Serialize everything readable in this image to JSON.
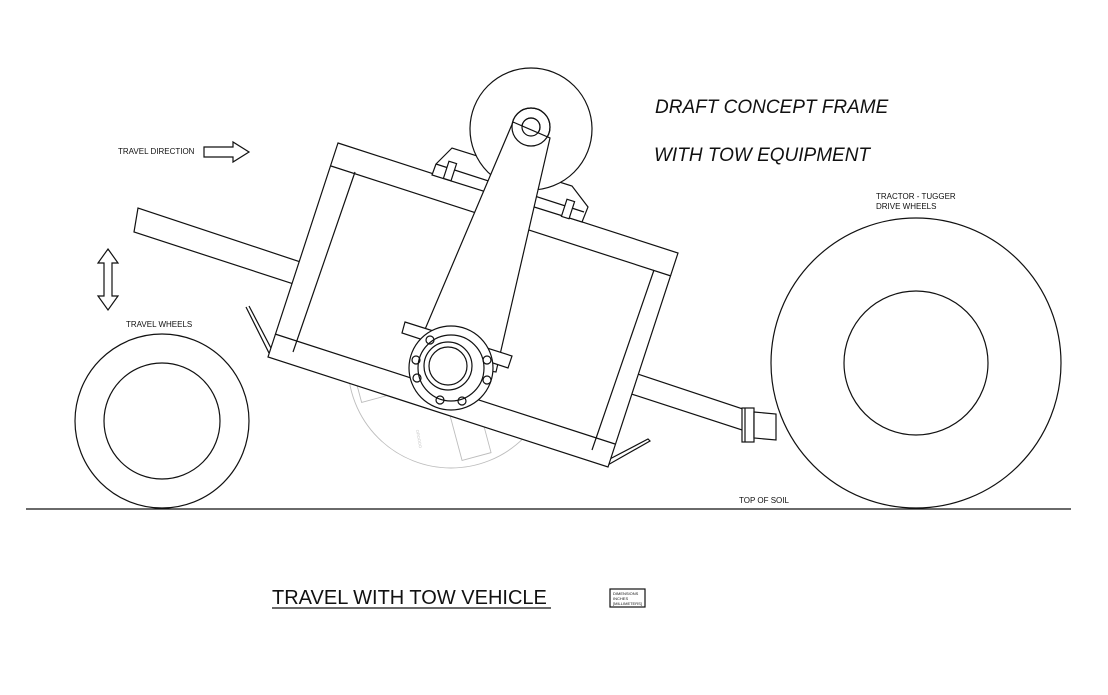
{
  "title_line1": "DRAFT CONCEPT FRAME",
  "title_line2": "WITH TOW EQUIPMENT",
  "travel_direction_label": "TRAVEL DIRECTION",
  "travel_wheels_label": "TRAVEL WHEELS",
  "tractor_label_line1": "TRACTOR - TUGGER",
  "tractor_label_line2": "DRIVE WHEELS",
  "top_of_soil_label": "TOP OF SOIL",
  "caption": "TRAVEL WITH TOW VEHICLE",
  "dimension_note": [
    "DIMENSIONS",
    "INCHES",
    "[MILLIMETERS]"
  ]
}
